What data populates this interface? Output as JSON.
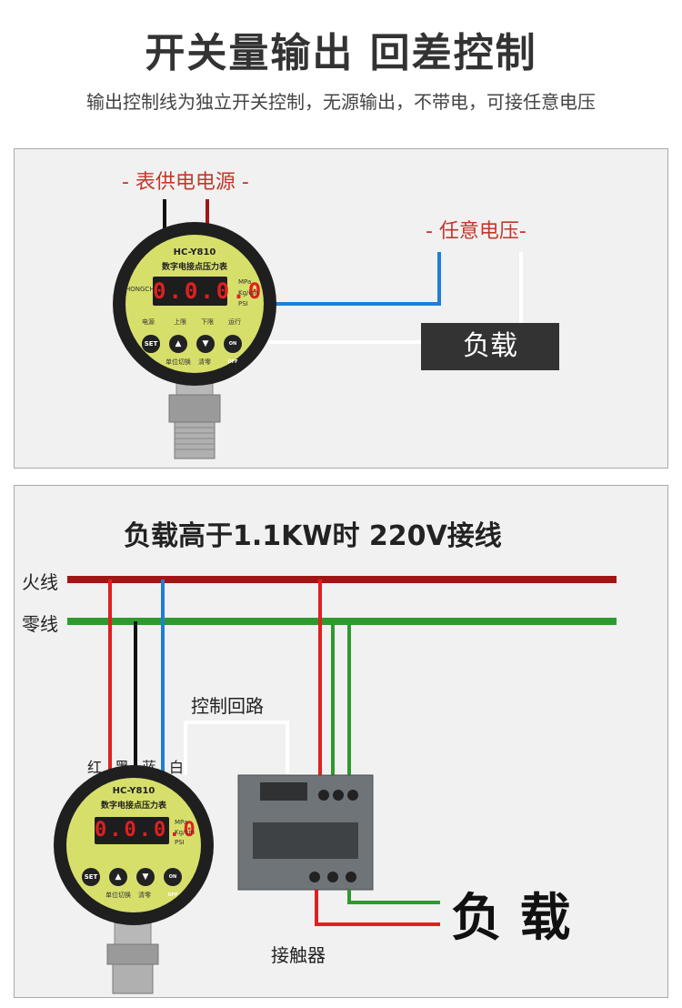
{
  "header": {
    "title": "开关量输出  回差控制",
    "subtitle": "输出控制线为独立开关控制，无源输出，不带电，可接任意电压"
  },
  "panel1": {
    "power_label": "- 表供电电源 -",
    "voltage_label": "- 任意电压-",
    "load_label": "负载"
  },
  "gauge": {
    "model": "HC-Y810",
    "name": "数字电接点压力表",
    "display": "0.0.0.0",
    "units": [
      "MPa",
      "Kg/cm",
      "PSI"
    ],
    "top_labels": [
      "电源",
      "上限",
      "下限",
      "运行"
    ],
    "buttons": [
      "SET",
      "▲",
      "▼",
      "ON OFF"
    ],
    "bottom_labels": [
      "单位切换",
      "清零"
    ],
    "brand": "HONGCHANG"
  },
  "panel2": {
    "title": "负载高于1.1KW时 220V接线",
    "live_label": "火线",
    "neutral_label": "零线",
    "control_loop_label": "控制回路",
    "wire_colors": [
      "红",
      "黑",
      "蓝",
      "白"
    ],
    "contactor_label": "接触器",
    "load_label": "负 载"
  },
  "colors": {
    "live": "#a31515",
    "neutral": "#2e9a2e",
    "blue_wire": "#1e7fd6",
    "red_wire": "#e02020"
  }
}
